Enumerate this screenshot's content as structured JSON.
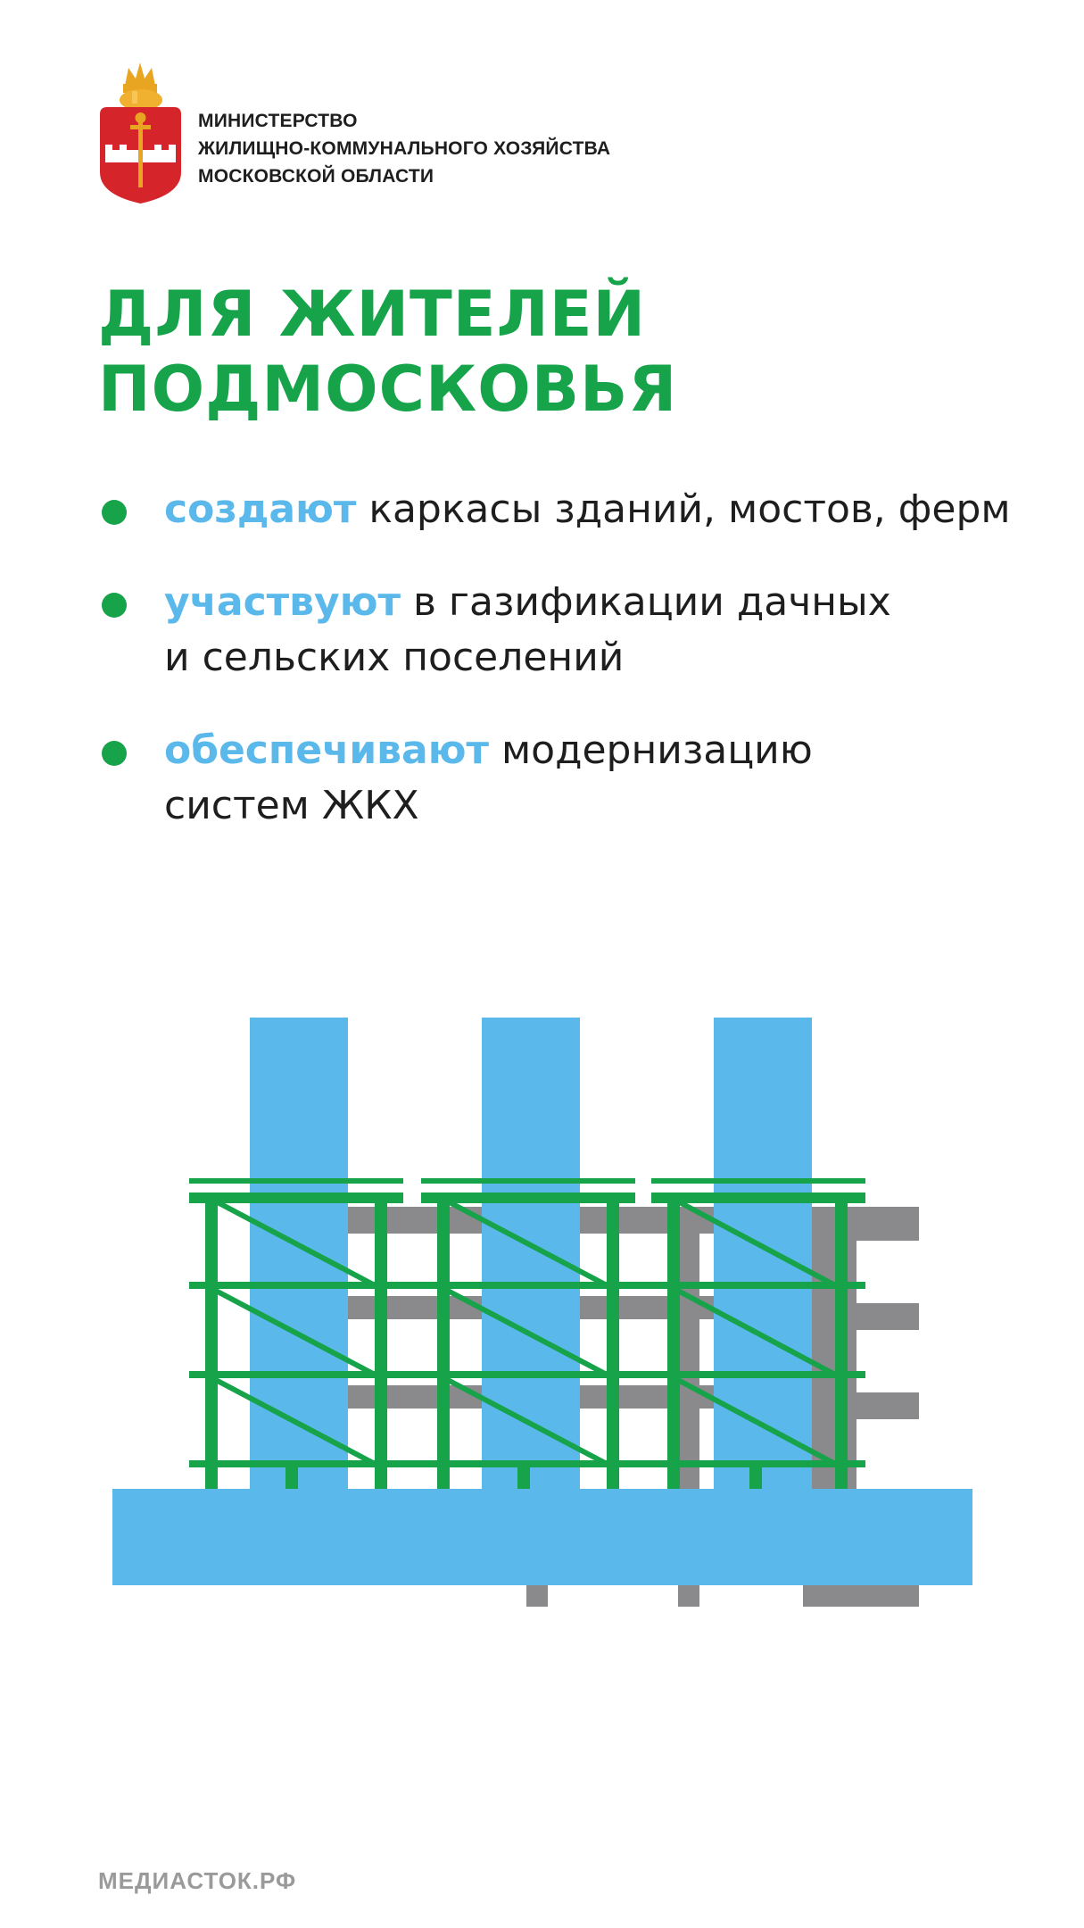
{
  "header": {
    "ministry_lines": [
      "МИНИСТЕРСТВО",
      "ЖИЛИЩНО-КОММУНАЛЬНОГО ХОЗЯЙСТВА",
      "МОСКОВСКОЙ ОБЛАСТИ"
    ],
    "emblem_icon": "moscow-oblast-coat-of-arms-icon"
  },
  "title": {
    "line1": "ДЛЯ ЖИТЕЛЕЙ",
    "line2": "ПОДМОСКОВЬЯ"
  },
  "items": [
    {
      "keyword": "создают",
      "line1": " каркасы зданий, мостов, ферм",
      "line2": ""
    },
    {
      "keyword": "участвуют",
      "line1": " в газификации дачных",
      "line2": "и сельских поселений"
    },
    {
      "keyword": "обеспечивают",
      "line1": " модернизацию",
      "line2": "систем ЖКХ"
    }
  ],
  "illustration": {
    "icon": "building-scaffolding-icon"
  },
  "colors": {
    "title_green": "#16a34a",
    "keyword_blue": "#5bb8ea",
    "illustration_blue": "#5bb8ea",
    "scaffold_green": "#16a34a",
    "concrete_gray": "#8a8a8c"
  },
  "footer": {
    "text": "МЕДИАСТОК.РФ"
  }
}
